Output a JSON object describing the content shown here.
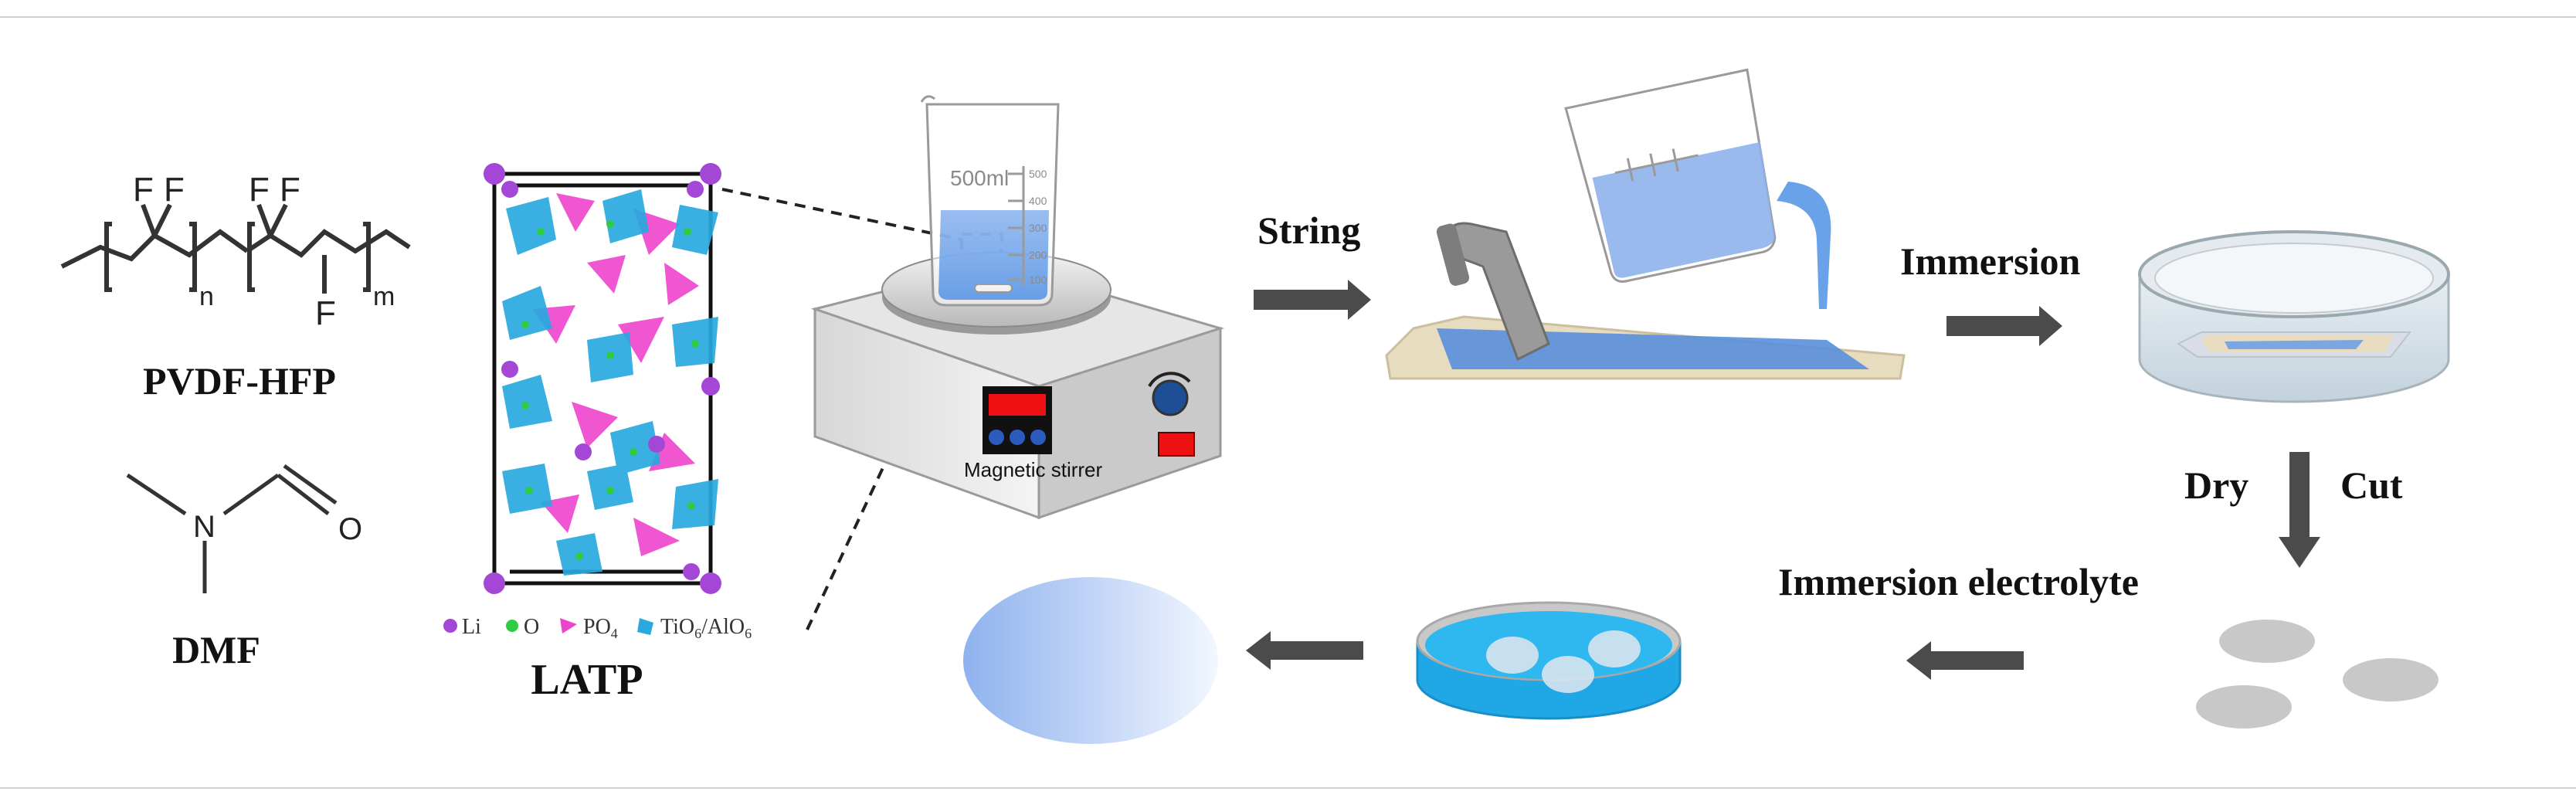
{
  "chemicals": {
    "pvdf": {
      "label": "PVDF-HFP",
      "atom_f": "F",
      "sub_n": "n",
      "sub_m": "m"
    },
    "dmf": {
      "label": "DMF",
      "atom_n": "N",
      "atom_o": "O"
    }
  },
  "latp": {
    "label": "LATP",
    "legend": [
      {
        "symbol": "Li",
        "color": "#a447d6"
      },
      {
        "symbol": "O",
        "color": "#2ecc40"
      },
      {
        "symbol": "PO",
        "sub": "4",
        "color": "#ee44cc"
      },
      {
        "symbol": "TiO",
        "sub": "6",
        "suffix": "/AlO",
        "sub2": "6",
        "color": "#29a9e0"
      }
    ]
  },
  "beaker": {
    "volume_label": "500ml",
    "scale": [
      "500",
      "400",
      "300",
      "200",
      "100"
    ]
  },
  "stirrer": {
    "label": "Magnetic stirrer"
  },
  "steps": {
    "string": "String",
    "immersion": "Immersion",
    "dry": "Dry",
    "cut": "Cut",
    "immersion_electrolyte": "Immersion electrolyte"
  },
  "colors": {
    "blue_solution": "#4f9ae8",
    "electrolyte_blue": "#2fb8ef",
    "arrow": "#4b4b4b",
    "disc_gray": "#c8c8c8"
  }
}
